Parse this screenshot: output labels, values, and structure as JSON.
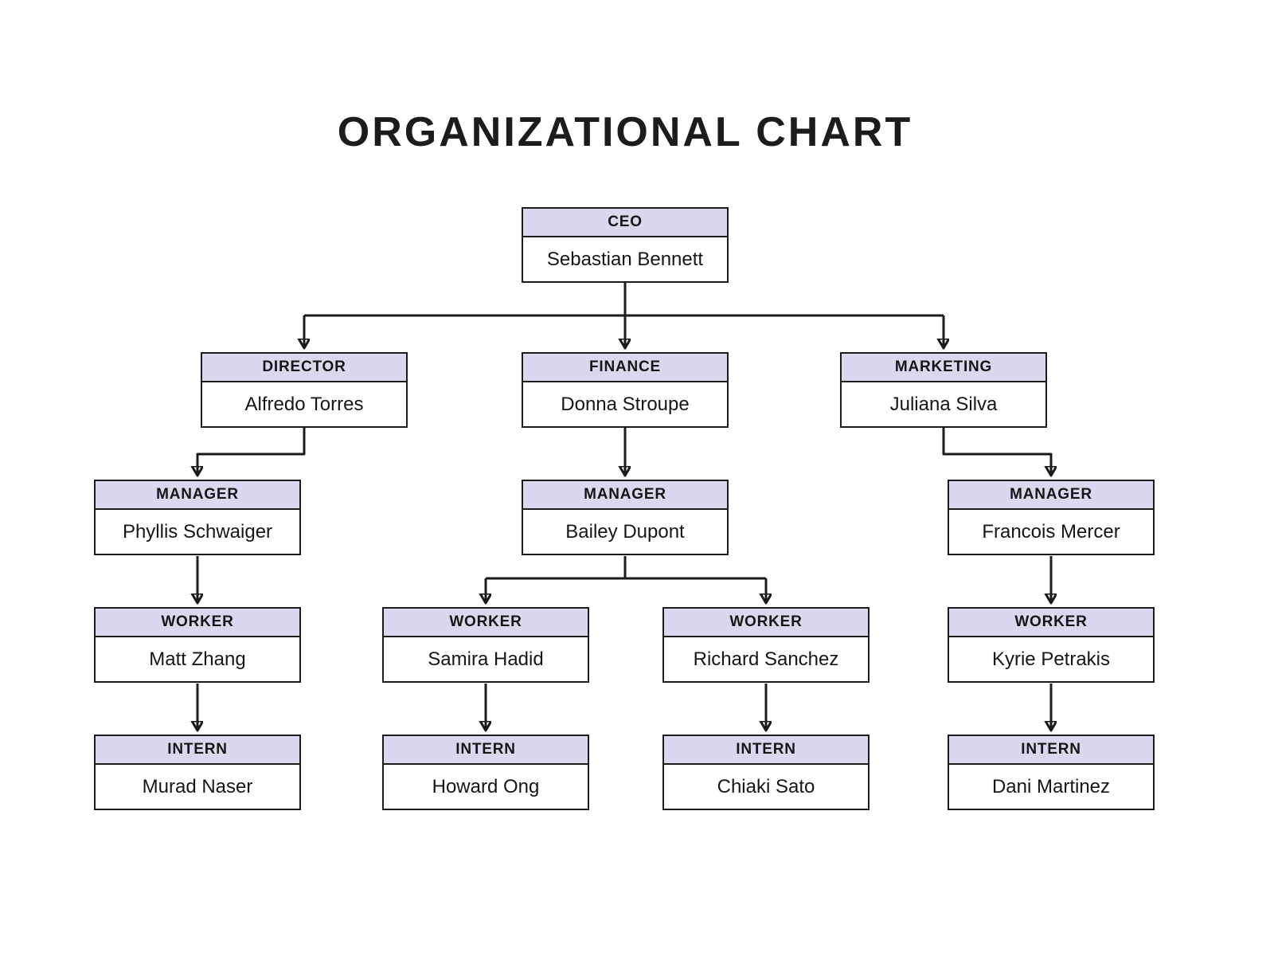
{
  "title": "ORGANIZATIONAL CHART",
  "colors": {
    "background": "#ffffff",
    "border": "#1b1b1b",
    "header_fill": "#d9d8ee",
    "text": "#161616"
  },
  "nodes": {
    "ceo": {
      "role": "CEO",
      "name": "Sebastian Bennett"
    },
    "director": {
      "role": "DIRECTOR",
      "name": "Alfredo Torres"
    },
    "finance": {
      "role": "FINANCE",
      "name": "Donna Stroupe"
    },
    "marketing": {
      "role": "MARKETING",
      "name": "Juliana Silva"
    },
    "manager_director": {
      "role": "MANAGER",
      "name": "Phyllis Schwaiger"
    },
    "manager_finance": {
      "role": "MANAGER",
      "name": "Bailey Dupont"
    },
    "manager_marketing": {
      "role": "MANAGER",
      "name": "Francois Mercer"
    },
    "worker_director": {
      "role": "WORKER",
      "name": "Matt Zhang"
    },
    "worker_finance_1": {
      "role": "WORKER",
      "name": "Samira Hadid"
    },
    "worker_finance_2": {
      "role": "WORKER",
      "name": "Richard Sanchez"
    },
    "worker_marketing": {
      "role": "WORKER",
      "name": "Kyrie Petrakis"
    },
    "intern_director": {
      "role": "INTERN",
      "name": "Murad Naser"
    },
    "intern_finance_1": {
      "role": "INTERN",
      "name": "Howard Ong"
    },
    "intern_finance_2": {
      "role": "INTERN",
      "name": "Chiaki Sato"
    },
    "intern_marketing": {
      "role": "INTERN",
      "name": "Dani Martinez"
    }
  },
  "edges": [
    {
      "from": "ceo",
      "to": "director"
    },
    {
      "from": "ceo",
      "to": "finance"
    },
    {
      "from": "ceo",
      "to": "marketing"
    },
    {
      "from": "director",
      "to": "manager_director"
    },
    {
      "from": "finance",
      "to": "manager_finance"
    },
    {
      "from": "marketing",
      "to": "manager_marketing"
    },
    {
      "from": "manager_director",
      "to": "worker_director"
    },
    {
      "from": "manager_finance",
      "to": "worker_finance_1"
    },
    {
      "from": "manager_finance",
      "to": "worker_finance_2"
    },
    {
      "from": "manager_marketing",
      "to": "worker_marketing"
    },
    {
      "from": "worker_director",
      "to": "intern_director"
    },
    {
      "from": "worker_finance_1",
      "to": "intern_finance_1"
    },
    {
      "from": "worker_finance_2",
      "to": "intern_finance_2"
    },
    {
      "from": "worker_marketing",
      "to": "intern_marketing"
    }
  ]
}
